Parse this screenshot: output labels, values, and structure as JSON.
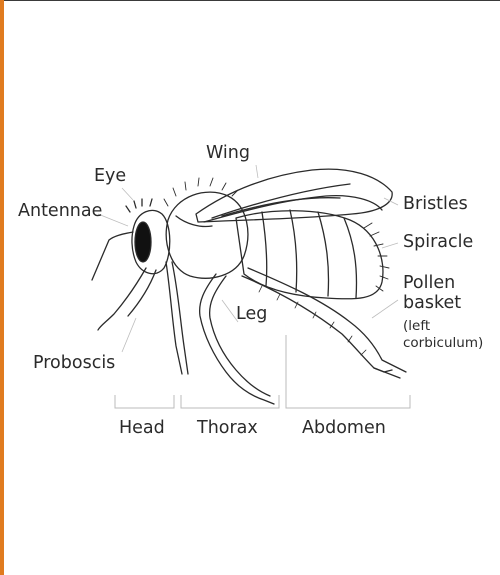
{
  "colors": {
    "accent": "#E07B1F",
    "ink": "#2b2b2b",
    "bracket": "#bbbbbb",
    "leader": "#bdbdbd",
    "eye_fill": "#111111"
  },
  "labels": {
    "wing": "Wing",
    "eye": "Eye",
    "antennae": "Antennae",
    "bristles": "Bristles",
    "spiracle": "Spiracle",
    "pollen_line1": "Pollen",
    "pollen_line2": "basket",
    "pollen_line3": "(left",
    "pollen_line4": "corbiculum)",
    "leg": "Leg",
    "proboscis": "Proboscis",
    "head": "Head",
    "thorax": "Thorax",
    "abdomen": "Abdomen"
  }
}
